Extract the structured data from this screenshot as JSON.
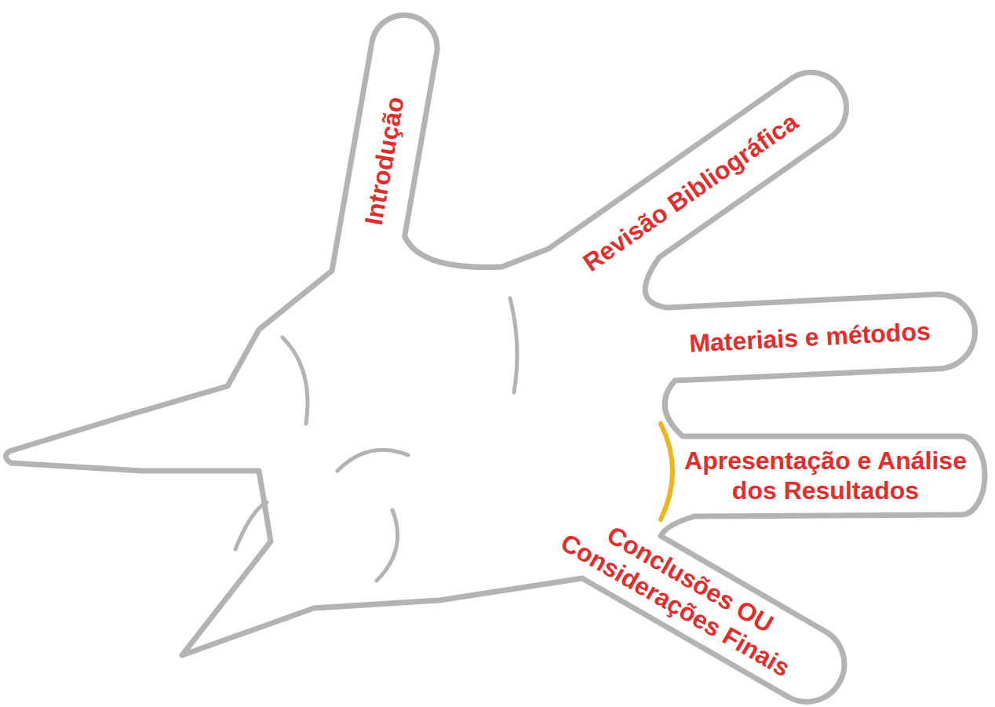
{
  "diagram": {
    "labels": [
      "Introdução",
      "Revisão Bibliográfica",
      "Materiais e métodos",
      "Apresentação e Análise dos Resultados",
      "Conclusões OU Considerações Finais"
    ]
  }
}
